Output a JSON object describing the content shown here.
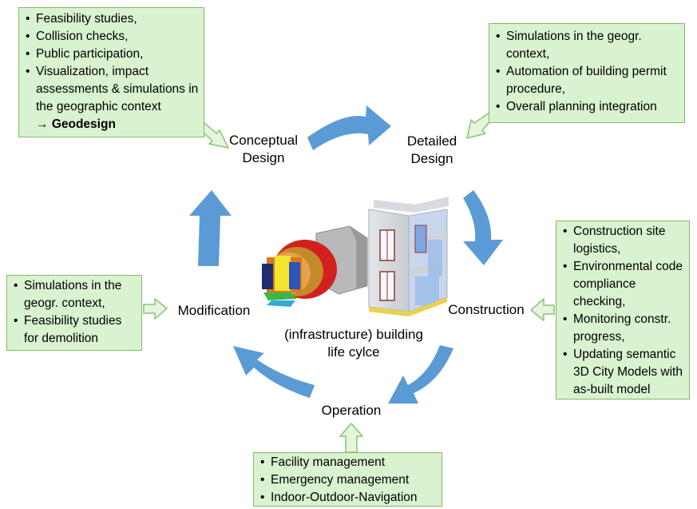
{
  "center_label": [
    "(infrastructure) building",
    "life cylce"
  ],
  "stages": {
    "conceptual": [
      "Conceptual",
      "Design"
    ],
    "detailed": [
      "Detailed",
      "Design"
    ],
    "construction": "Construction",
    "operation": "Operation",
    "modification": "Modification"
  },
  "boxes": {
    "conceptual": {
      "items": [
        "Feasibility studies,",
        "Collision checks,",
        "Public participation,",
        "Visualization, impact assessments & simulations in the geographic context"
      ],
      "footer_arrow": "→",
      "footer": "Geodesign"
    },
    "detailed": {
      "items": [
        "Simulations in the geogr. context,",
        "Automation of building permit procedure,",
        "Overall planning integration"
      ]
    },
    "construction": {
      "items": [
        "Construction site logistics,",
        "Environmental code compliance checking,",
        "Monitoring constr. progress,",
        "Updating semantic 3D City Models with as-built model"
      ]
    },
    "modification": {
      "items": [
        "Simulations in the geogr. context,",
        "Feasibility studies for demolition"
      ]
    },
    "operation": {
      "items": [
        "Facility management",
        "Emergency management",
        "Indoor-Outdoor-Navigation"
      ]
    }
  },
  "colors": {
    "cycle_arrow": "#5b9bd5",
    "box_fill": "#d9f2cf",
    "box_border": "#86b86a"
  }
}
